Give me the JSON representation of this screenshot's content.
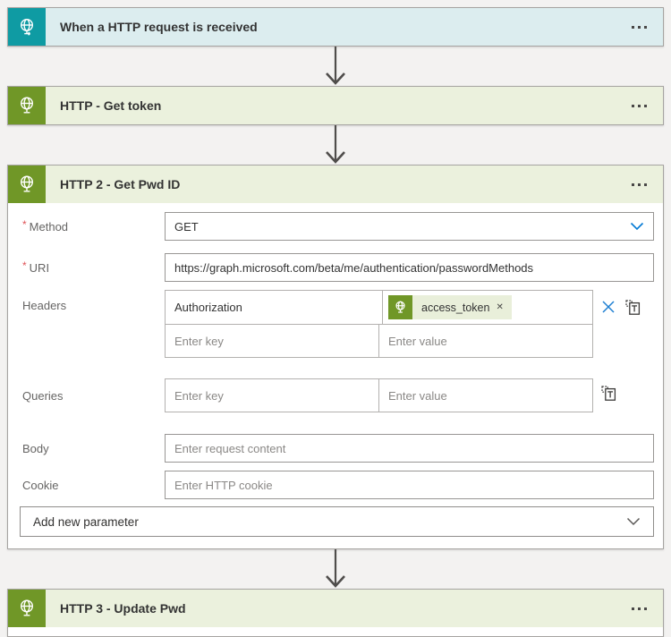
{
  "colors": {
    "canvas_bg": "#F3F2F1",
    "trigger_accent": "#0F9BA3",
    "trigger_header_bg": "#DCEDEF",
    "http_accent": "#709727",
    "http_header_bg": "#EBF1DD",
    "chip_bg": "#E9EFDA",
    "link_blue": "#0078D4",
    "required_red": "#DF5458",
    "arrow_gray": "#4F4D4B"
  },
  "icons": {
    "trigger": "globe-request-icon",
    "http_action": "globe-http-icon",
    "card_menu": "ellipsis-icon",
    "method_dropdown": "chevron-down-icon",
    "add_parameter_dropdown": "chevron-down-icon",
    "delete_row": "x-icon",
    "text_mode": "text-mode-toggle-icon",
    "chip_remove": "x-glyph"
  },
  "cards": {
    "trigger": {
      "title": "When a HTTP request is received"
    },
    "get_token": {
      "title": "HTTP - Get token"
    },
    "get_pwd": {
      "title": "HTTP 2 - Get Pwd ID"
    },
    "update_pwd": {
      "title": "HTTP 3 - Update Pwd"
    }
  },
  "form": {
    "method": {
      "label": "Method",
      "required": "*",
      "value": "GET"
    },
    "uri": {
      "label": "URI",
      "required": "*",
      "value": "https://graph.microsoft.com/beta/me/authentication/passwordMethods"
    },
    "headers": {
      "label": "Headers",
      "row1": {
        "key": "Authorization",
        "chip": "access_token",
        "chip_remove": "✕"
      },
      "row2": {
        "key_placeholder": "Enter key",
        "value_placeholder": "Enter value"
      }
    },
    "queries": {
      "label": "Queries",
      "key_placeholder": "Enter key",
      "value_placeholder": "Enter value"
    },
    "body": {
      "label": "Body",
      "placeholder": "Enter request content"
    },
    "cookie": {
      "label": "Cookie",
      "placeholder": "Enter HTTP cookie"
    },
    "add_parameter": {
      "label": "Add new parameter"
    }
  }
}
